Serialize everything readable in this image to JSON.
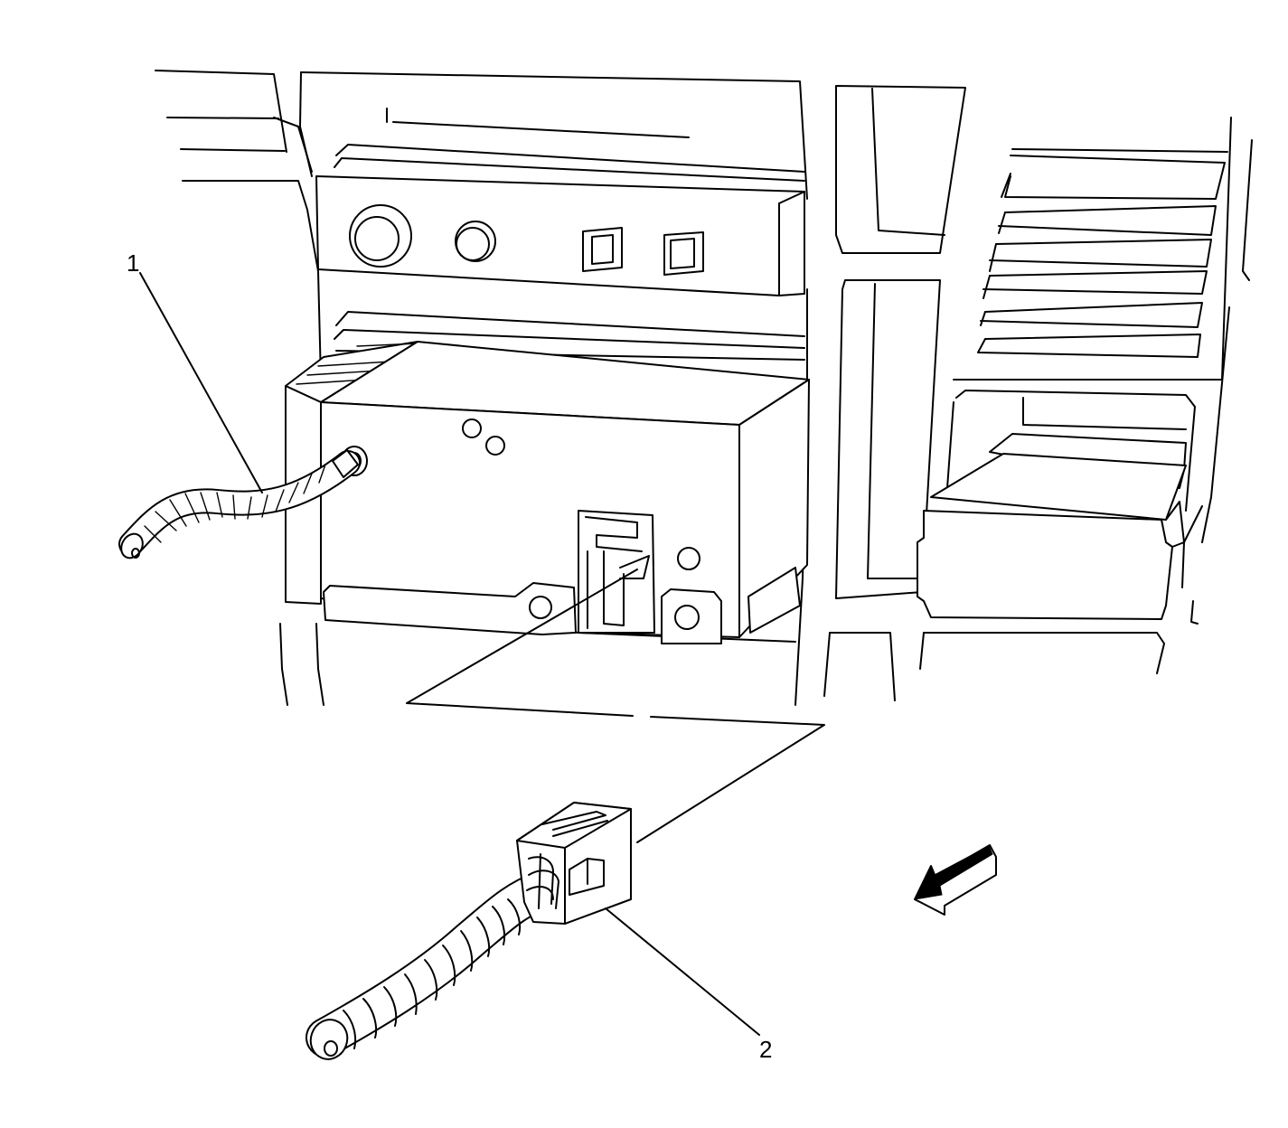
{
  "callouts": [
    {
      "id": "1",
      "label": "1"
    },
    {
      "id": "2",
      "label": "2"
    }
  ],
  "colors": {
    "line": "#000000",
    "background": "#ffffff"
  },
  "icons": {
    "view_arrow": "view-direction-arrow-icon"
  }
}
